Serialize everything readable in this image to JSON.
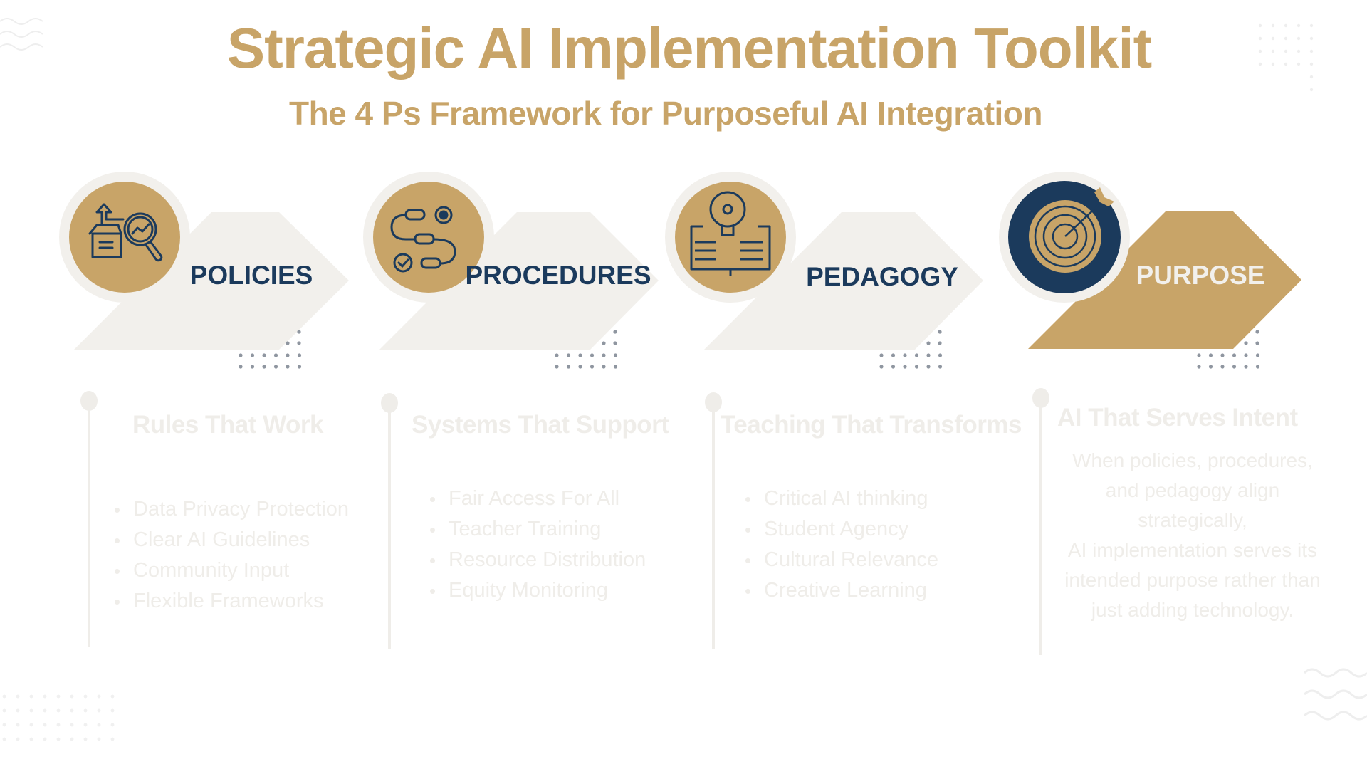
{
  "header": {
    "title": "Strategic AI Implementation Toolkit",
    "subtitle": "The 4 Ps Framework for Purposeful AI Integration"
  },
  "colors": {
    "gold": "#c8a468",
    "navy": "#1b3a5c",
    "light": "#f2f0ec",
    "faint_text": "#efede9",
    "dots": "#8f96a0"
  },
  "cards": [
    {
      "label": "POLICIES",
      "icon": "box-magnifier-chart-icon",
      "heading": "Rules That Work",
      "items": [
        "Data Privacy Protection",
        "Clear AI Guidelines",
        "Community Input",
        "Flexible Frameworks"
      ]
    },
    {
      "label": "PROCEDURES",
      "icon": "workflow-gear-icon",
      "heading": "Systems That Support",
      "items": [
        "Fair Access For All",
        "Teacher Training",
        "Resource Distribution",
        "Equity Monitoring"
      ]
    },
    {
      "label": "PEDAGOGY",
      "icon": "lightbulb-book-icon",
      "heading": "Teaching That Transforms",
      "items": [
        "Critical AI thinking",
        "Student Agency",
        "Cultural Relevance",
        "Creative Learning"
      ]
    },
    {
      "label": "PURPOSE",
      "icon": "target-arrow-icon",
      "heading": "AI That Serves Intent",
      "paragraph": [
        "When policies, procedures,",
        "and pedagogy align",
        "strategically,",
        "AI implementation serves its",
        "intended purpose rather than",
        "just adding technology."
      ]
    }
  ]
}
